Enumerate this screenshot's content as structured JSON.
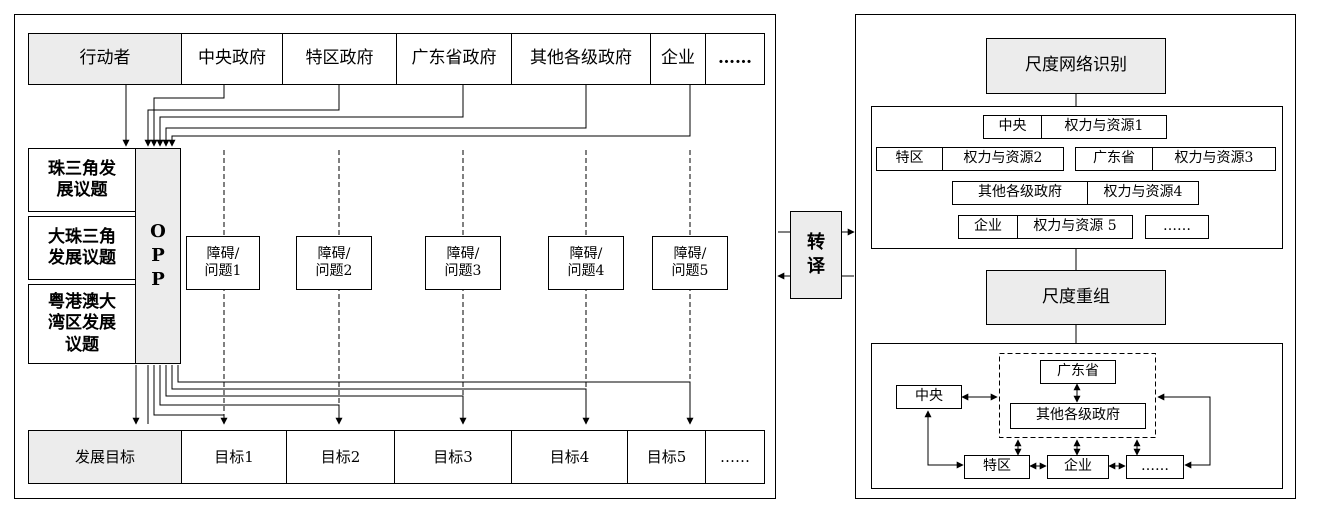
{
  "actors": {
    "label": "行动者",
    "items": [
      "中央政府",
      "特区政府",
      "广东省政府",
      "其他各级政府",
      "企业",
      "……"
    ]
  },
  "agendas": [
    "珠三角发\n展议题",
    "大珠三角\n发展议题",
    "粤港澳大\n湾区发展\n议题"
  ],
  "opp_label": "O\nP\nP",
  "obstacles": [
    "障碍/\n问题1",
    "障碍/\n问题2",
    "障碍/\n问题3",
    "障碍/\n问题4",
    "障碍/\n问题5"
  ],
  "goals": {
    "label": "发展目标",
    "items": [
      "目标1",
      "目标2",
      "目标3",
      "目标4",
      "目标5",
      "……"
    ]
  },
  "translation_label": "转\n译",
  "scale_network": {
    "title": "尺度网络识别",
    "rows": [
      [
        [
          "中央",
          "权力与资源1"
        ]
      ],
      [
        [
          "特区",
          "权力与资源2"
        ],
        [
          "广东省",
          "权力与资源3"
        ]
      ],
      [
        [
          "其他各级政府",
          "权力与资源4"
        ]
      ],
      [
        [
          "企业",
          "权力与资源 5"
        ],
        [
          "……"
        ]
      ]
    ]
  },
  "scale_reorg": {
    "title": "尺度重组",
    "nodes": {
      "center": "中央",
      "guangdong": "广东省",
      "other_gov": "其他各级政府",
      "sar": "特区",
      "enterprise": "企业",
      "etc": "……"
    }
  }
}
